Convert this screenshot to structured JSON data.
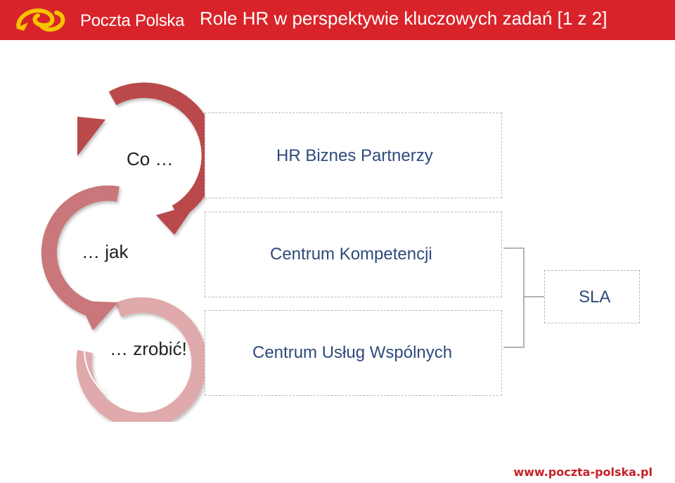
{
  "header": {
    "logo_text": "Poczta Polska",
    "title": "Role HR w perspektywie kluczowych zadań [1 z 2]"
  },
  "cycle": {
    "step1": "Co …",
    "step2": "… jak",
    "step3": "… zrobić!"
  },
  "boxes": {
    "hr_partners": "HR Biznes Partnerzy",
    "competence_center": "Centrum Kompetencji",
    "shared_services": "Centrum Usług Wspólnych",
    "sla": "SLA"
  },
  "footer": {
    "url": "www.poczta-polska.pl"
  },
  "colors": {
    "header_red": "#d9232a",
    "arrow_dark": "#b94a4c",
    "arrow_mid": "#c9777a",
    "arrow_light": "#e0a9ab",
    "box_text": "#2e4a7c",
    "logo_yellow": "#f6c400"
  }
}
